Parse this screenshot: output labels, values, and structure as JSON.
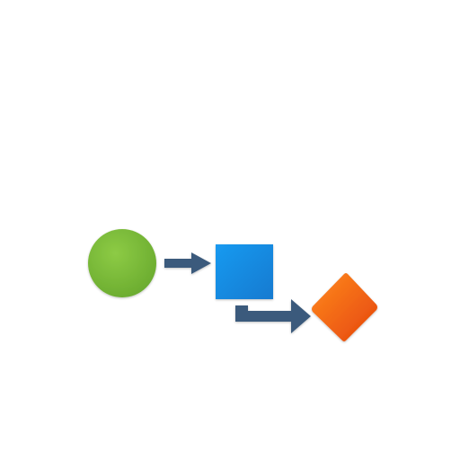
{
  "diagram": {
    "nodes": [
      {
        "id": "start",
        "shape": "circle",
        "color": "#7cbf3a",
        "color_dark": "#5f9d2a"
      },
      {
        "id": "process",
        "shape": "square",
        "color": "#1f8fe0",
        "color_dark": "#1470c0"
      },
      {
        "id": "decision",
        "shape": "diamond",
        "color": "#f46a12",
        "color_dark": "#e0540a"
      }
    ],
    "connectors": [
      {
        "from": "start",
        "to": "process",
        "color": "#3b5a7c"
      },
      {
        "from": "process",
        "to": "decision",
        "color": "#3b5a7c"
      }
    ]
  }
}
